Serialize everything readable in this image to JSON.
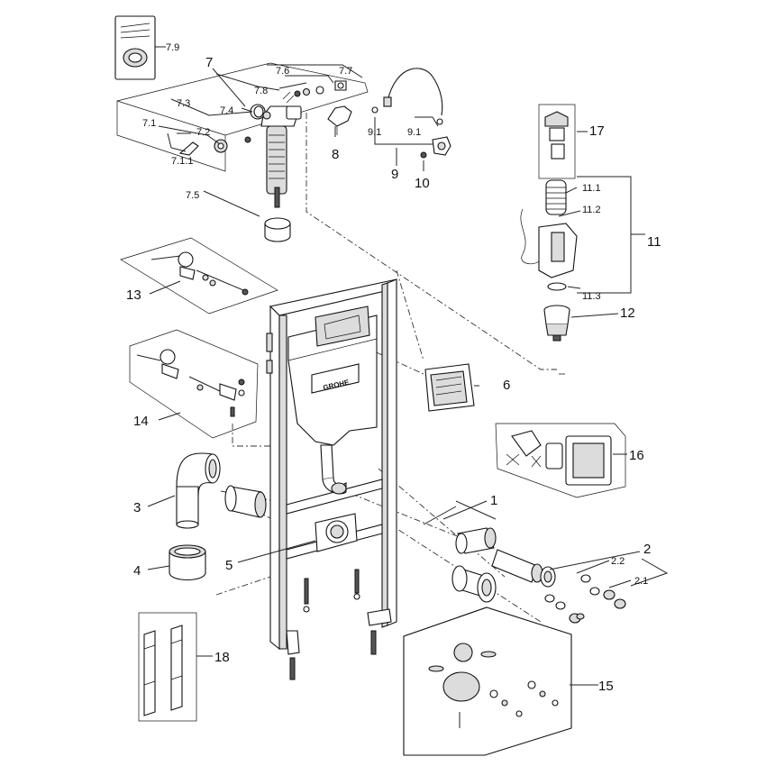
{
  "brand": "GROHE",
  "labels": {
    "l1": "1",
    "l2": "2",
    "l2_1": "2.1",
    "l2_2": "2.2",
    "l3": "3",
    "l4": "4",
    "l5": "5",
    "l6": "6",
    "l7": "7",
    "l7_1": "7.1",
    "l7_1_1": "7.1.1",
    "l7_2": "7.2",
    "l7_3": "7.3",
    "l7_4": "7.4",
    "l7_5": "7.5",
    "l7_6": "7.6",
    "l7_7": "7.7",
    "l7_8": "7.8",
    "l7_9": "7.9",
    "l8": "8",
    "l9": "9",
    "l9_1a": "9.1",
    "l9_1b": "9.1",
    "l10": "10",
    "l11": "11",
    "l11_1": "11.1",
    "l11_2": "11.2",
    "l11_3": "11.3",
    "l12": "12",
    "l13": "13",
    "l14": "14",
    "l15": "15",
    "l16": "16",
    "l17": "17",
    "l18": "18"
  }
}
